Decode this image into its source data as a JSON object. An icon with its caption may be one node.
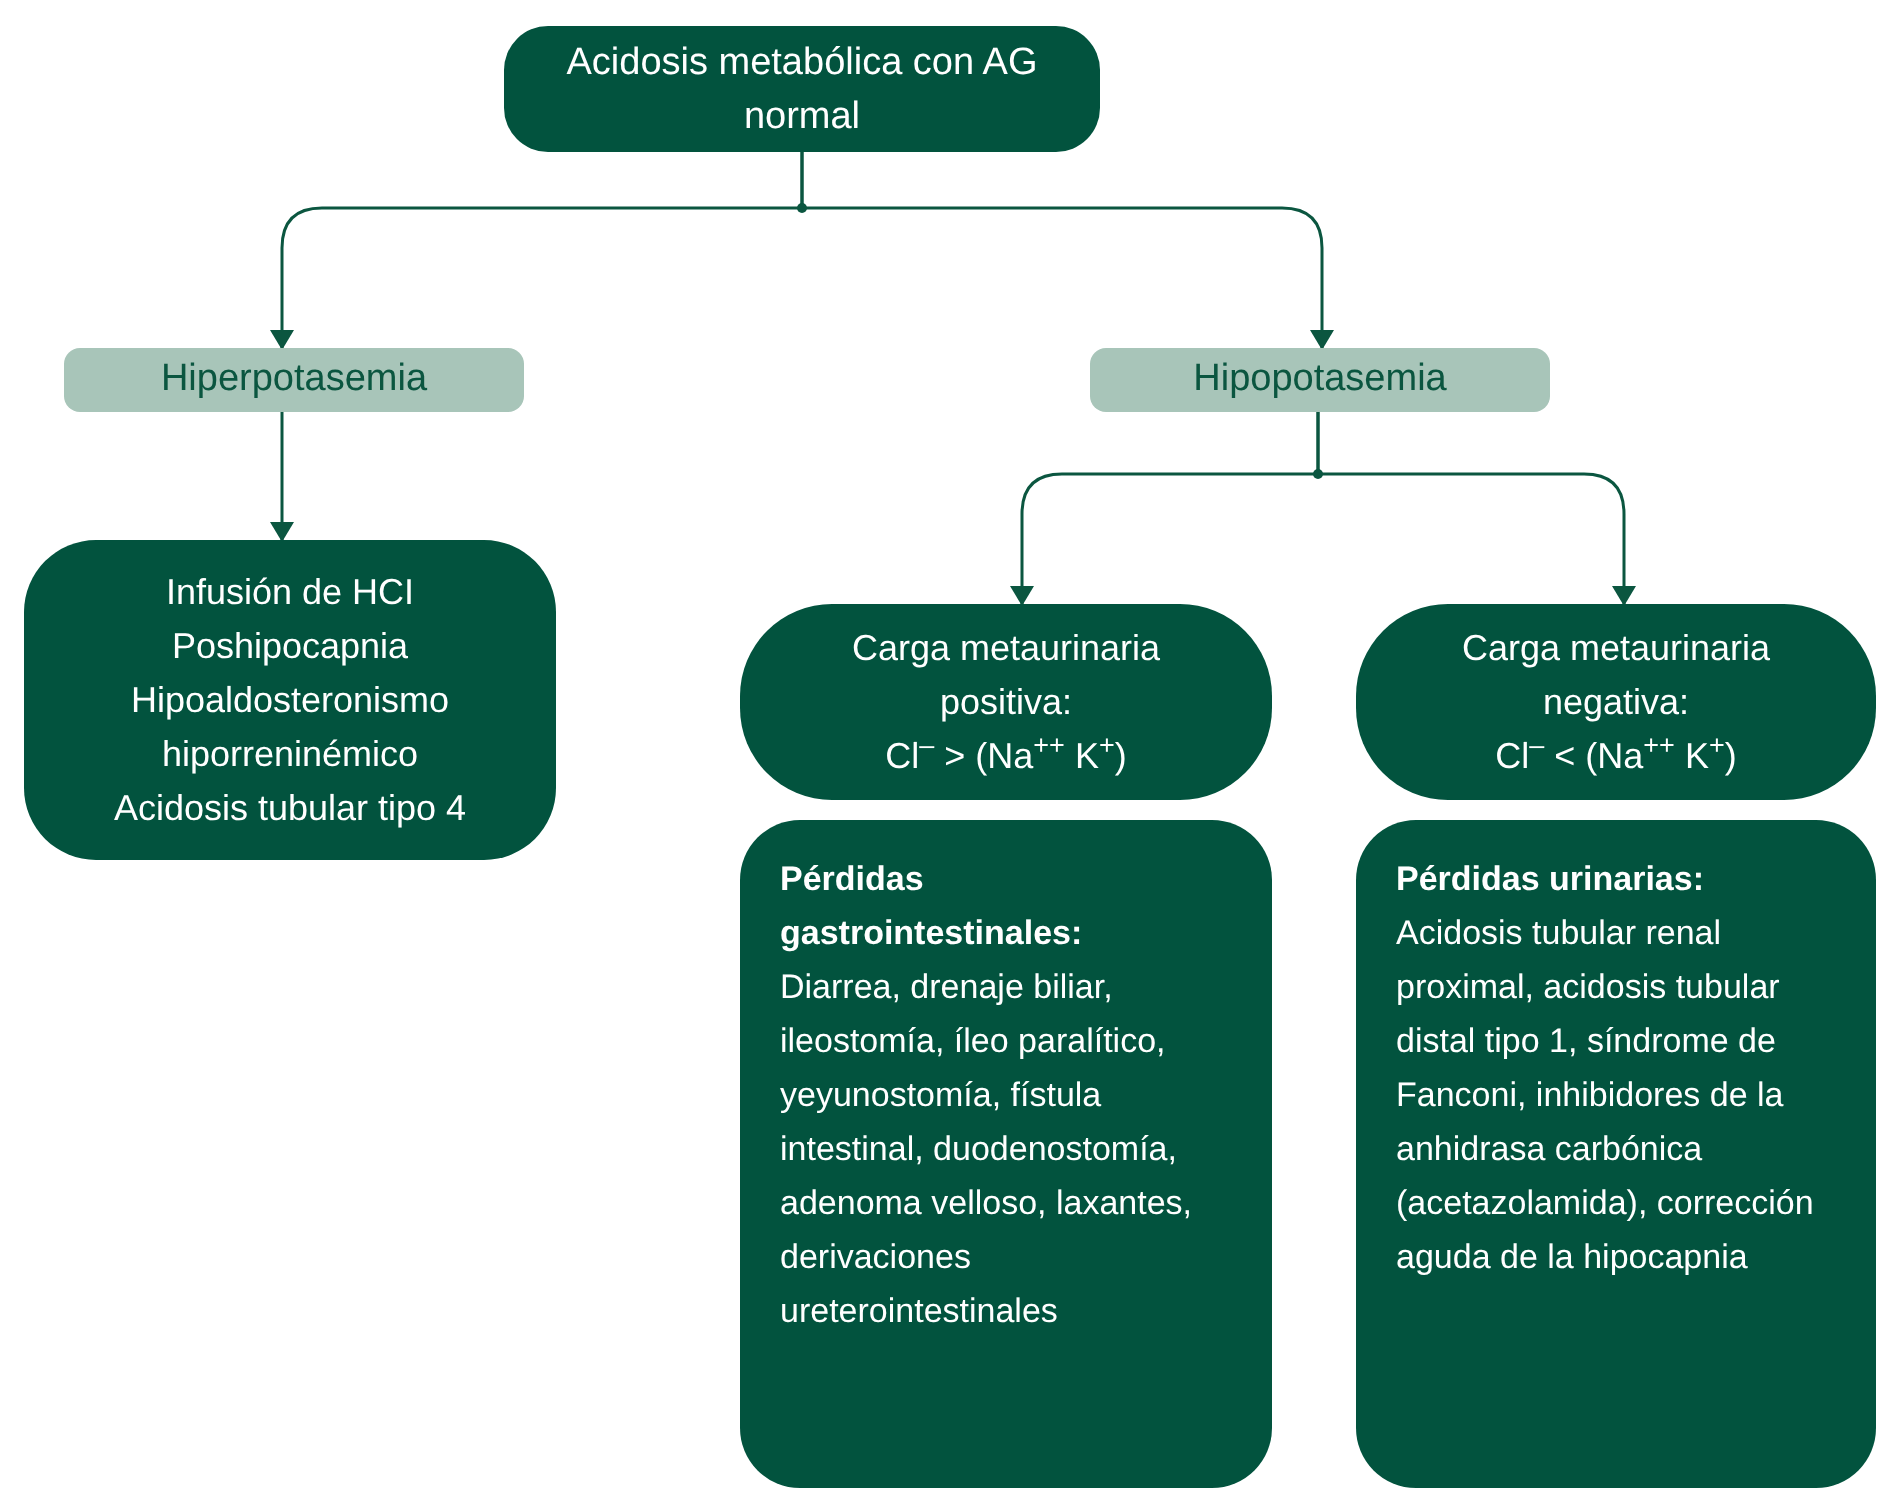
{
  "diagram": {
    "nodes": [
      {
        "text": [
          "Acidosis metabólica con AG normal"
        ]
      },
      {
        "text": [
          "Hiperpotasemia"
        ]
      },
      {
        "text": [
          "Hipopotasemia"
        ]
      },
      {
        "text": [
          "Infusión de HCI",
          "Poshipocapnia",
          "Hipoaldosteronismo hiporreninémico",
          "Acidosis tubular tipo 4"
        ]
      },
      {
        "text": [
          "Carga metaurinaria positiva:",
          "Cl$^{–}$ > (Na$^{++}$ K$^{+}$)"
        ]
      },
      {
        "text": [
          "Carga metaurinaria negativa:",
          "Cl$^{–}$ < (Na$^{++}$ K$^{+}$)"
        ]
      },
      {
        "text": [
          "Pérdidas gastrointestinales:",
          "Diarrea, drenaje biliar, ileostomía, íleo paralítico, yeyunostomía, fístula intestinal, duodenostomía, adenoma velloso, laxantes, derivaciones ureterointestinales"
        ]
      },
      {
        "text": [
          "Pérdidas urinarias:",
          "Acidosis tubular renal proximal, acidosis tubular distal tipo 1, síndrome de Fanconi, inhibidores de la anhidrasa carbónica (acetazolamida), corrección aguda de la hipocapnia"
        ]
      }
    ],
    "edges": [
      {
        "from": 0,
        "to": 1,
        "arrow": "to"
      },
      {
        "from": 0,
        "to": 2,
        "arrow": "to"
      },
      {
        "from": 1,
        "to": 3,
        "arrow": "to"
      },
      {
        "from": 2,
        "to": 4,
        "arrow": "to"
      },
      {
        "from": 2,
        "to": 5,
        "arrow": "to"
      }
    ]
  }
}
